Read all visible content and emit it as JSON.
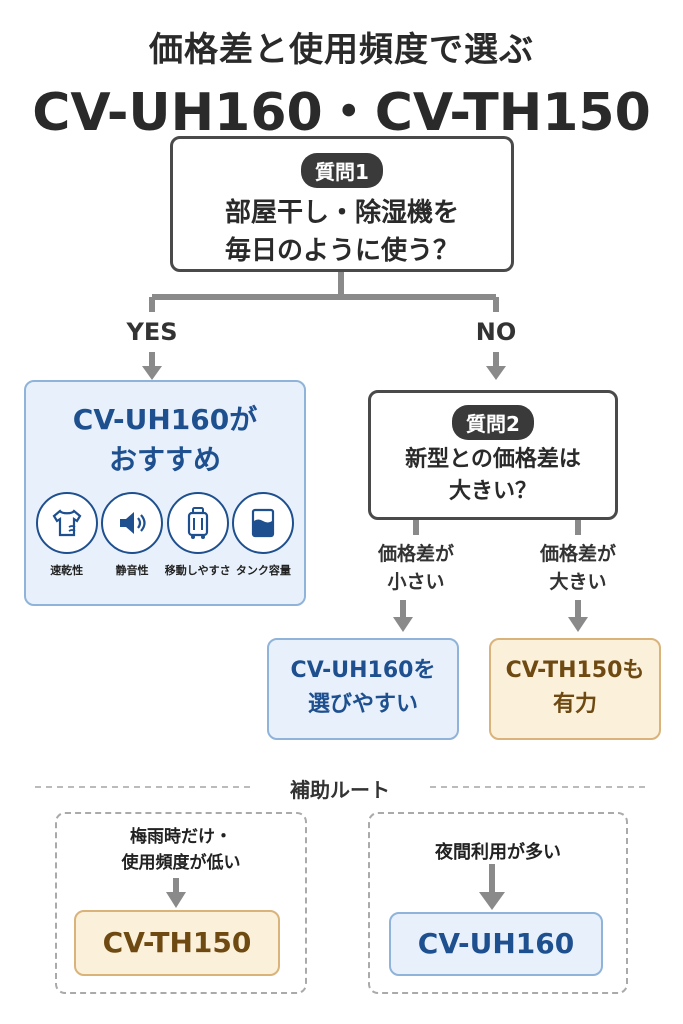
{
  "title": {
    "line1": "価格差と使用頻度で選ぶ",
    "line2": "CV-UH160・CV-TH150"
  },
  "q1": {
    "badge": "質問1",
    "line1": "部屋干し・除湿機を",
    "line2": "毎日のように使う？"
  },
  "yes_label": "YES",
  "no_label": "NO",
  "rec_uh": {
    "line1": "CV-UH160が",
    "line2": "おすすめ"
  },
  "features": [
    {
      "icon": "shirt-icon",
      "label": "速乾性"
    },
    {
      "icon": "speaker-icon",
      "label": "静音性"
    },
    {
      "icon": "suitcase-icon",
      "label": "移動しやすさ"
    },
    {
      "icon": "tank-icon",
      "label": "タンク容量"
    }
  ],
  "q2": {
    "badge": "質問2",
    "line1": "新型との価格差は",
    "line2": "大きい？"
  },
  "small_diff": {
    "line1": "価格差が",
    "line2": "小さい"
  },
  "large_diff": {
    "line1": "価格差が",
    "line2": "大きい"
  },
  "result_uh": {
    "line1": "CV-UH160を",
    "line2": "選びやすい"
  },
  "result_th": {
    "line1": "CV-TH150も",
    "line2": "有力"
  },
  "aux": {
    "title": "補助ルート",
    "left_cond_line1": "梅雨時だけ・",
    "left_cond_line2": "使用頻度が低い",
    "left_result": "CV-TH150",
    "right_cond": "夜間利用が多い",
    "right_result": "CV-UH160"
  },
  "colors": {
    "blue": "#1e4f8f",
    "blue_bg": "#e8f1fb",
    "orange_bg": "#fbf0d9",
    "dark": "#3a3a3a"
  }
}
